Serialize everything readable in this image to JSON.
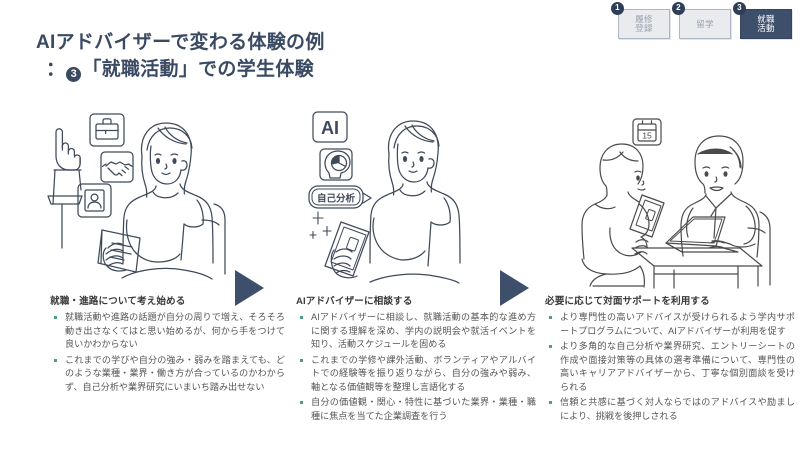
{
  "slide": {
    "title_line1": "AIアドバイザーで変わる体験の例",
    "title_line2_prefix": "：",
    "title_step_number": "3",
    "title_line2_suffix": "「就職活動」での学生体験",
    "accent_color": "#3b4a63",
    "bullet_color": "#4f9e8d",
    "arrow_color": "#3d4f6b"
  },
  "steps": [
    {
      "number": "1",
      "label_line1": "履修",
      "label_line2": "登録",
      "active": false
    },
    {
      "number": "2",
      "label_line1": "留学",
      "label_line2": "",
      "active": false
    },
    {
      "number": "3",
      "label_line1": "就職",
      "label_line2": "活動",
      "active": true
    }
  ],
  "panels": [
    {
      "name": "student-reading-pamphlet",
      "cards": [
        "briefcase-icon",
        "handshake-icon",
        "id-card-icon"
      ],
      "caption": ""
    },
    {
      "name": "student-consulting-ai-on-phone",
      "cards": [
        "ai-label-icon",
        "head-piechart-icon"
      ],
      "caption": "自己分析"
    },
    {
      "name": "student-meeting-career-advisor",
      "cards": [
        "calendar-icon"
      ],
      "calendar_day": "15",
      "caption": ""
    }
  ],
  "arrows": [
    {
      "name": "arrow-step1-to-step2"
    },
    {
      "name": "arrow-step2-to-step3"
    }
  ],
  "columns": [
    {
      "heading": "就職・進路について考え始める",
      "bullets": [
        "就職活動や進路の話題が自分の周りで増え、そろそろ動き出さなくてはと思い始めるが、何から手をつけて良いかわからない",
        "これまでの学びや自分の強み・弱みを踏まえても、どのような業種・業界・働き方が合っているのかわからず、自己分析や業界研究にいまいち踏み出せない"
      ]
    },
    {
      "heading": "AIアドバイザーに相談する",
      "bullets": [
        "AIアドバイザーに相談し、就職活動の基本的な進め方に関する理解を深め、学内の説明会や就活イベントを知り、活動スケジュールを固める",
        "これまでの学修や課外活動、ボランティアやアルバイトでの経験等を振り返りながら、自分の強みや弱み、軸となる価値観等を整理し言語化する",
        "自分の価値観・関心・特性に基づいた業界・業種・職種に焦点を当てた企業調査を行う"
      ]
    },
    {
      "heading": "必要に応じて対面サポートを利用する",
      "bullets": [
        "より専門性の高いアドバイスが受けられるよう学内サポートプログラムについて、AIアドバイザーが利用を促す",
        "より多角的な自己分析や業界研究、エントリーシートの作成や面接対策等の具体の選考準備について、専門性の高いキャリアアドバイザーから、丁寧な個別面談を受けられる",
        "信頼と共感に基づく対人ならではのアドバイスや励ましにより、挑戦を後押しされる"
      ]
    }
  ]
}
